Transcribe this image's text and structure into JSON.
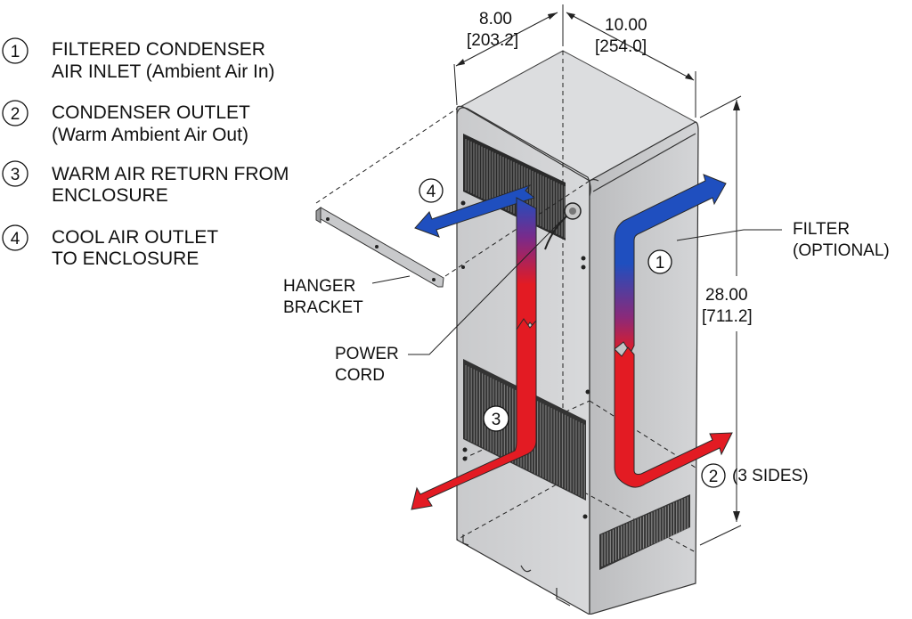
{
  "legend": [
    {
      "num": "1",
      "line1": "FILTERED CONDENSER",
      "line2": "AIR INLET (Ambient Air In)"
    },
    {
      "num": "2",
      "line1": "CONDENSER OUTLET",
      "line2": "(Warm Ambient Air Out)"
    },
    {
      "num": "3",
      "line1": "WARM AIR RETURN FROM",
      "line2": "ENCLOSURE"
    },
    {
      "num": "4",
      "line1": "COOL AIR OUTLET",
      "line2": "TO ENCLOSURE"
    }
  ],
  "dimensions": {
    "depth": {
      "inch": "8.00",
      "mm": "[203.2]"
    },
    "width": {
      "inch": "10.00",
      "mm": "[254.0]"
    },
    "height": {
      "inch": "28.00",
      "mm": "[711.2]"
    }
  },
  "callouts": {
    "filter_line1": "FILTER",
    "filter_line2": "(OPTIONAL)",
    "hanger_line1": "HANGER",
    "hanger_line2": "BRACKET",
    "power_line1": "POWER",
    "power_line2": "CORD",
    "sides": "(3 SIDES)"
  },
  "markers": {
    "m1": "1",
    "m2": "2",
    "m3": "3",
    "m4": "4"
  },
  "colors": {
    "cold": "#1f4fbf",
    "warm": "#e31b23",
    "housing": "#d2d3d5",
    "side": "#c4c5c7"
  }
}
